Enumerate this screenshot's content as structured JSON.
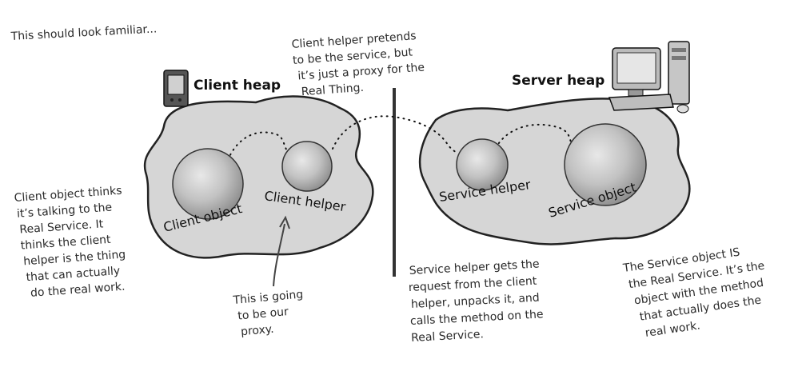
{
  "intro": "This should look familiar...",
  "client_heap": {
    "title": "Client heap",
    "client_object_label": "Client object",
    "client_helper_label": "Client helper"
  },
  "server_heap": {
    "title": "Server heap",
    "service_helper_label": "Service helper",
    "service_object_label": "Service object"
  },
  "notes": {
    "proxy_pretends": [
      "Client helper pretends",
      "to be the service, but",
      "it’s just a proxy for the",
      "Real Thing."
    ],
    "client_object_thinks": [
      "Client object thinks",
      "it’s talking to the",
      "Real Service. It",
      "thinks the client",
      "helper is the thing",
      "that can actually",
      "do the real work."
    ],
    "going_proxy": [
      "This is going",
      "to be our",
      "proxy."
    ],
    "service_helper_gets": [
      "Service helper gets the",
      "request from the client",
      "helper, unpacks it, and",
      "calls the method on the",
      "Real Service."
    ],
    "service_object_is": [
      "The Service object IS",
      "the Real Service. It’s the",
      "object with the method",
      "that actually does the",
      "real work."
    ]
  },
  "icons": [
    "pda-icon",
    "desktop-computer-icon"
  ]
}
